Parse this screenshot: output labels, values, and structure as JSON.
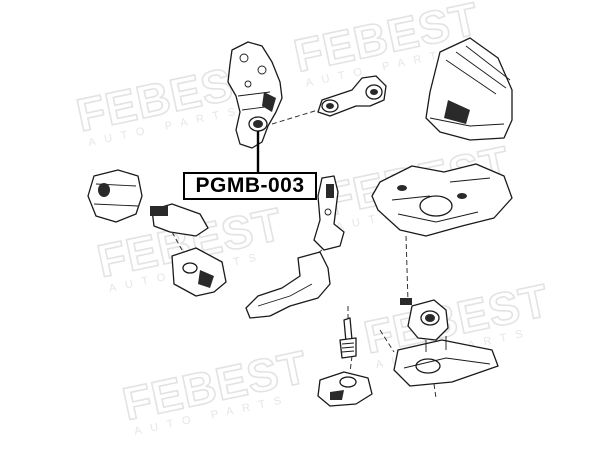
{
  "part_label": "PGMB-003",
  "watermark": {
    "brand": "FEBEST",
    "sub": "AUTO PARTS"
  }
}
